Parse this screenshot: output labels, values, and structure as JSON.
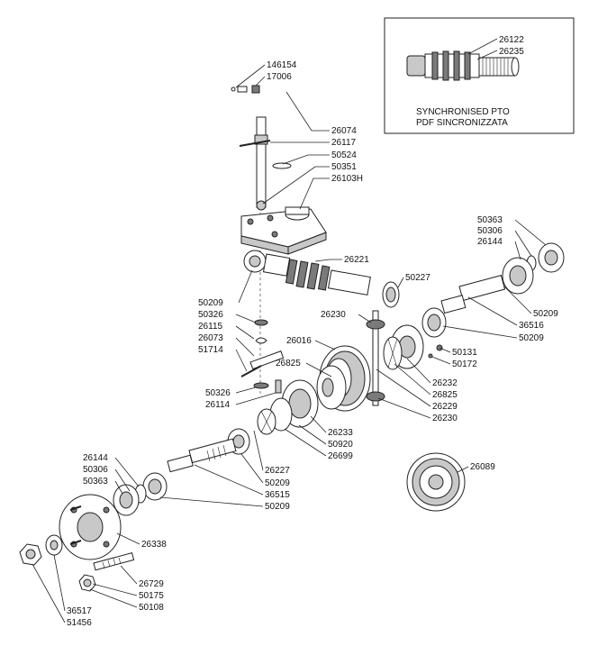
{
  "inset": {
    "caption_line1": "SYNCHRONISED PTO",
    "caption_line2": "PDF SINCRONIZZATA",
    "labels": [
      "26122",
      "26235"
    ]
  },
  "labels": [
    "146154",
    "17006",
    "26074",
    "26117",
    "50524",
    "50351",
    "26103H",
    "50363",
    "50306",
    "26144",
    "26221",
    "50227",
    "50209",
    "50326",
    "26230",
    "26115",
    "26073",
    "51714",
    "26016",
    "26825",
    "50326",
    "26114",
    "50209",
    "36516",
    "50209",
    "50131",
    "50172",
    "26232",
    "26825",
    "26229",
    "26230",
    "26233",
    "50920",
    "26699",
    "26144",
    "50306",
    "50363",
    "26227",
    "50209",
    "36515",
    "50209",
    "26089",
    "26338",
    "26729",
    "50175",
    "50108",
    "36517",
    "51456"
  ]
}
